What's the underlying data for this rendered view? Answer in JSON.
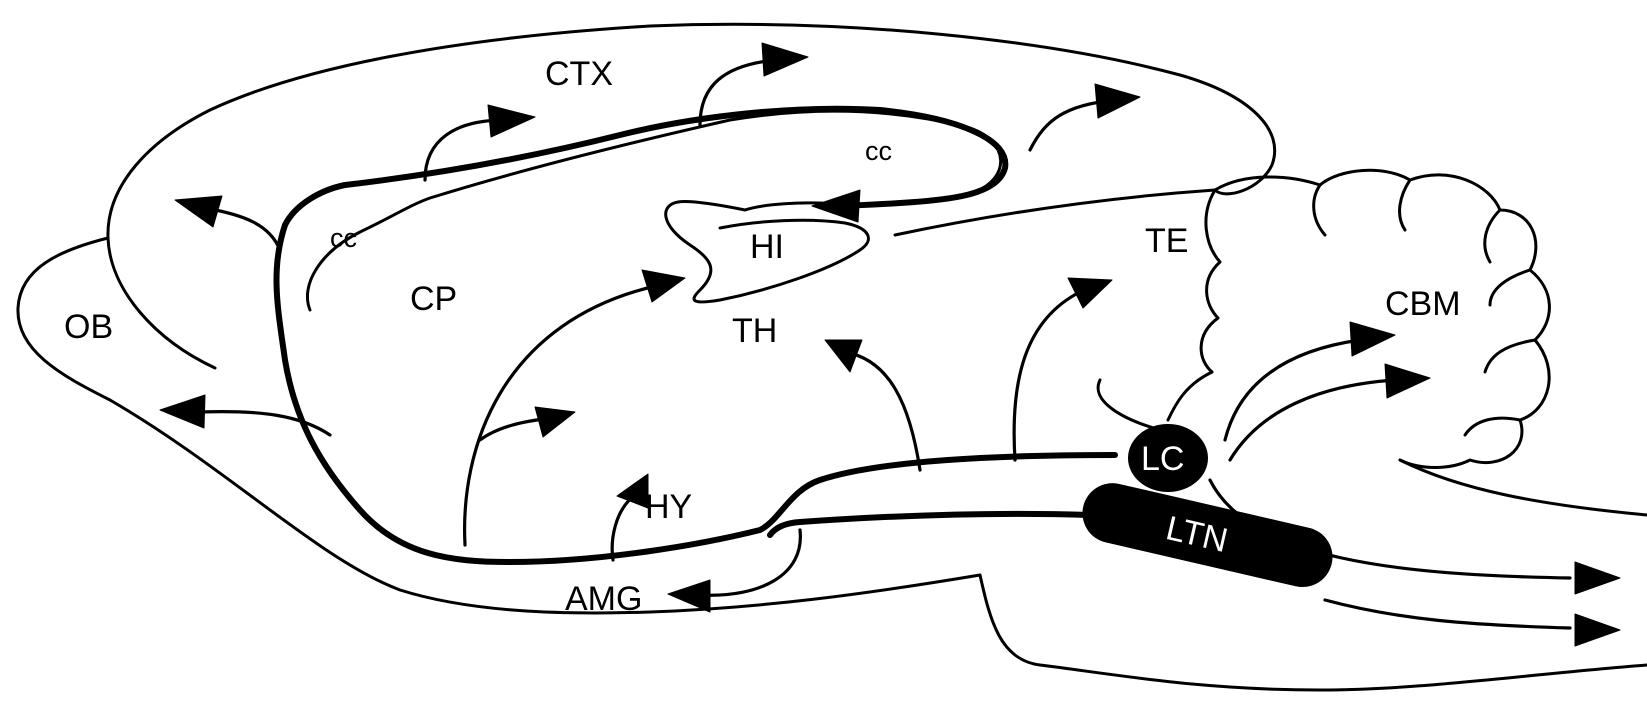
{
  "labels": {
    "ctx": "CTX",
    "cc_upper": "cc",
    "cc_lower": "cc",
    "hi": "HI",
    "te": "TE",
    "cbm": "CBM",
    "cp": "CP",
    "ob": "OB",
    "th": "TH",
    "hy": "HY",
    "amg": "AMG",
    "lc": "LC",
    "ltn": "LTN"
  },
  "colors": {
    "line": "#000000",
    "background": "#ffffff",
    "nucleus_fill": "#000000",
    "nucleus_text": "#ffffff"
  }
}
